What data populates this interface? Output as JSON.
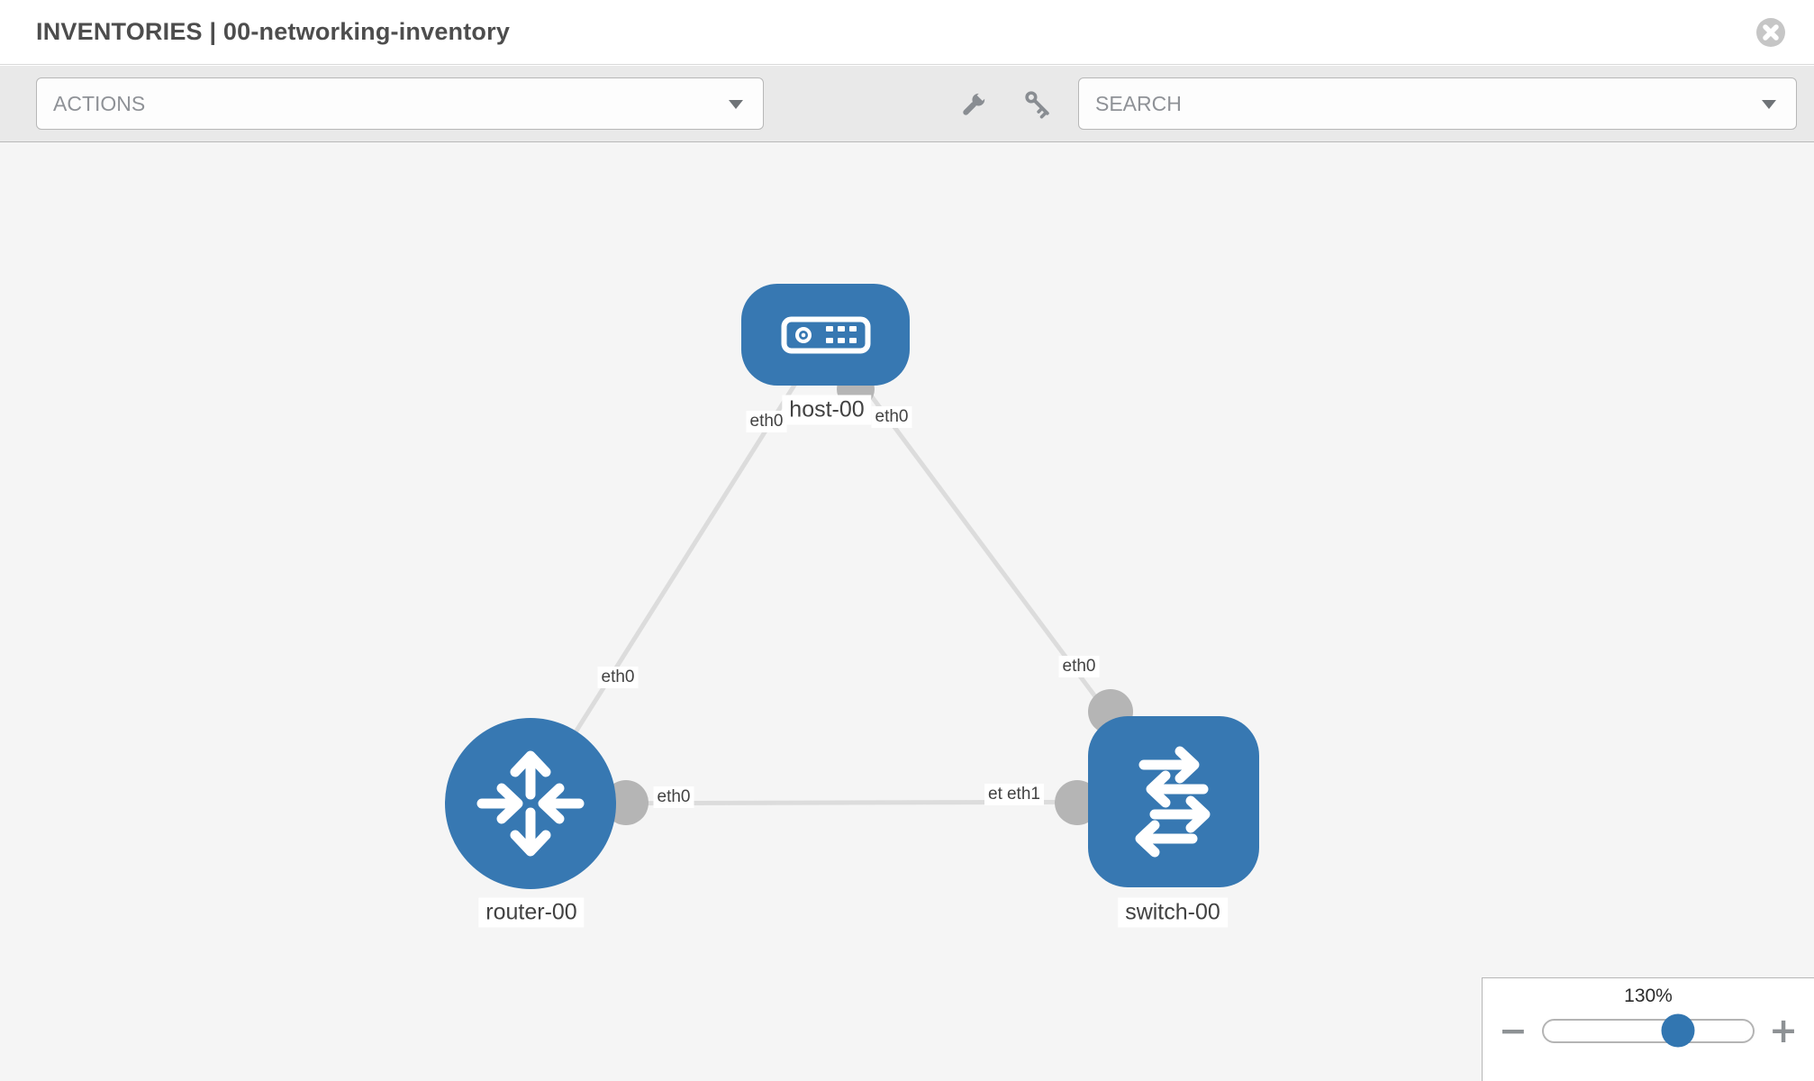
{
  "header": {
    "title": "INVENTORIES | 00-networking-inventory"
  },
  "toolbar": {
    "actions_placeholder": "ACTIONS",
    "search_placeholder": "SEARCH",
    "icons": [
      "wrench-icon",
      "key-icon"
    ]
  },
  "topology": {
    "nodes": [
      {
        "type": "host",
        "label": "host-00"
      },
      {
        "type": "router",
        "label": "router-00"
      },
      {
        "type": "switch",
        "label": "switch-00"
      }
    ],
    "links": [
      {
        "from": "host-00",
        "to": "router-00",
        "from_interface": "eth0",
        "to_interface": "eth0"
      },
      {
        "from": "host-00",
        "to": "switch-00",
        "from_interface": "eth0",
        "to_interface": "eth0"
      },
      {
        "from": "router-00",
        "to": "switch-00",
        "from_interface": "eth0",
        "to_interface": "eth1"
      }
    ],
    "interface_labels": {
      "host_left": "eth0",
      "host_right": "eth0",
      "link_host_router": "eth0",
      "link_host_switch": "eth0",
      "router_right": "eth0",
      "switch_left_back": "eth0",
      "switch_left_front": "eth1"
    }
  },
  "zoom_control": {
    "level": "130%",
    "minus_label": "−",
    "plus_label": "+"
  },
  "colors": {
    "node_blue": "#3778b2",
    "link_gray": "#dcdcdc",
    "connector_gray": "#b5b5b5",
    "slider_thumb_blue": "#3276b1"
  }
}
